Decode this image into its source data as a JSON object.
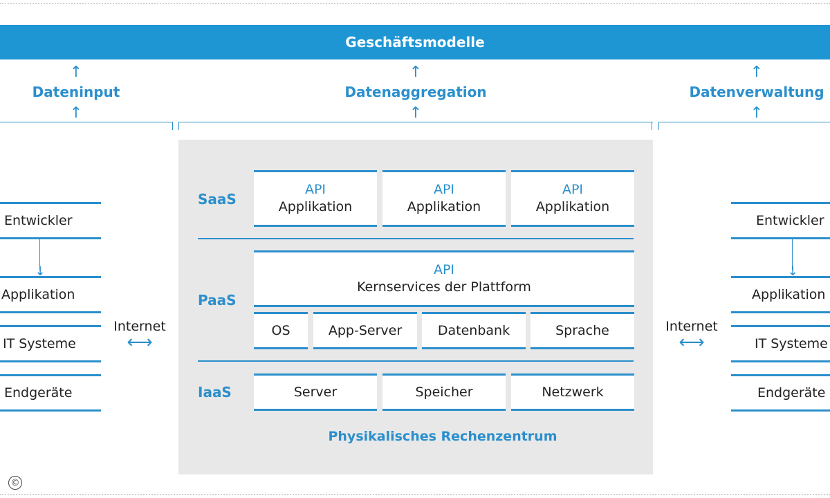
{
  "banner": {
    "title": "Geschäftsmodelle"
  },
  "columns": {
    "left": "Dateninput",
    "center": "Datenaggregation",
    "right": "Datenverwaltung"
  },
  "layers": {
    "saas": {
      "label": "SaaS",
      "boxes": [
        {
          "api": "API",
          "text": "Applikation"
        },
        {
          "api": "API",
          "text": "Applikation"
        },
        {
          "api": "API",
          "text": "Applikation"
        }
      ]
    },
    "paas": {
      "label": "PaaS",
      "core": {
        "api": "API",
        "text": "Kernservices der Plattform"
      },
      "components": [
        "OS",
        "App-Server",
        "Datenbank",
        "Sprache"
      ]
    },
    "iaas": {
      "label": "IaaS",
      "boxes": [
        "Server",
        "Speicher",
        "Netzwerk"
      ]
    }
  },
  "datacenter": "Physikalisches Rechenzentrum",
  "left_stack": [
    "Entwickler",
    "Applikation",
    "IT Systeme",
    "Endgeräte"
  ],
  "right_stack": [
    "Entwickler",
    "Applikation",
    "IT Systeme",
    "Endgeräte"
  ],
  "connections": {
    "left": "Internet",
    "right": "Internet"
  },
  "copyright_symbol": "©",
  "colors": {
    "accent": "#1f96d4",
    "text_blue": "#2b8fcc",
    "panel": "#e8e8e8"
  }
}
